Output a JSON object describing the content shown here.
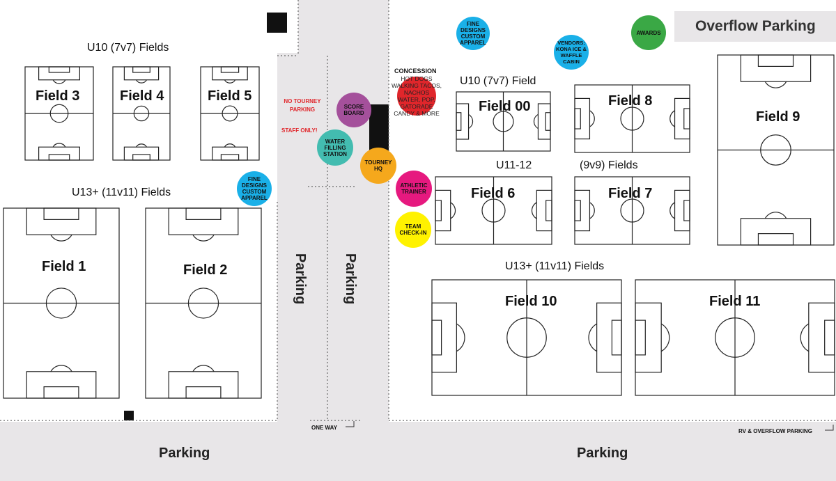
{
  "map": {
    "areas": {
      "parking_bottom_left": "Parking",
      "parking_bottom_right": "Parking",
      "parking_middle_left": "Parking",
      "parking_middle_right": "Parking",
      "overflow_parking": "Overflow Parking",
      "rv_overflow": "RV & OVERFLOW PARKING",
      "one_way": "ONE WAY",
      "no_tourney_parking": "NO TOURNEY PARKING",
      "staff_only": "STAFF ONLY!"
    },
    "sections": {
      "u10_left": "U10 (7v7) Fields",
      "u13_left": "U13+ (11v11) Fields",
      "u10_right": "U10 (7v7) Field",
      "u11_12": "U11-12",
      "nine_v_nine": "(9v9) Fields",
      "u13_right": "U13+ (11v11) Fields"
    },
    "fields": {
      "f1": "Field 1",
      "f2": "Field 2",
      "f3": "Field 3",
      "f4": "Field 4",
      "f5": "Field 5",
      "f6": "Field 6",
      "f7": "Field 7",
      "f8": "Field 8",
      "f9": "Field 9",
      "f10": "Field 10",
      "f11": "Field 11",
      "f00": "Field 00"
    },
    "markers": {
      "fine_designs_top": "FINE DESIGNS CUSTOM APPAREL",
      "fine_designs_left": "FINE DESIGNS CUSTOM APPAREL",
      "awards": "AWARDS",
      "vendors": "VENDORS: KONA ICE & WAFFLE CABIN",
      "score_board": "SCORE BOARD",
      "water": "WATER FILLING STATION",
      "tourney_hq": "TOURNEY HQ",
      "athletic_trainer": "ATHLETIC TRAINER",
      "team_checkin": "TEAM CHECK-IN",
      "concession_title": "CONCESSION",
      "concession_items": [
        "HOT DOGS",
        "WALKING TACOS,",
        "NACHOS",
        "WATER, POP,",
        "GATORADE",
        "CANDY & MORE"
      ]
    },
    "colors": {
      "fine_designs": "#1ab0e8",
      "awards": "#3aa845",
      "score_board": "#a4509b",
      "water": "#43bcb0",
      "tourney_hq": "#f5a81c",
      "athletic_trainer": "#e6197f",
      "team_checkin": "#fff200",
      "concession": "#e0262b",
      "notice_red": "#e0262b",
      "parking_grey": "#e8e6e8"
    }
  }
}
